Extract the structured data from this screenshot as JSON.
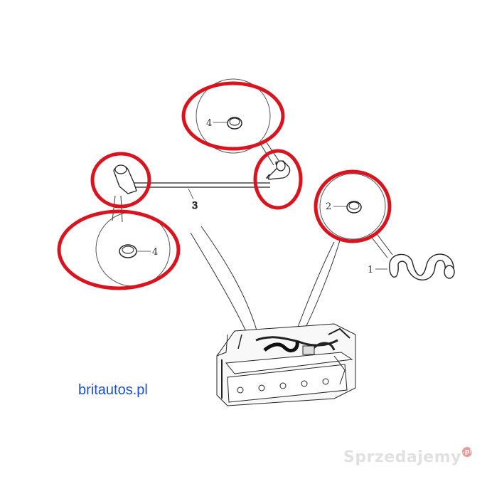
{
  "diagram": {
    "callouts": {
      "part_1": "1",
      "part_2": "2",
      "part_3": "3",
      "part_4_top": "4",
      "part_4_left": "4"
    },
    "highlight_color": "#d9141e",
    "line_color": "#333333"
  },
  "site_link": "britautos.pl",
  "watermark": {
    "text": "Sprzedajemy",
    "badge": ".pl"
  }
}
